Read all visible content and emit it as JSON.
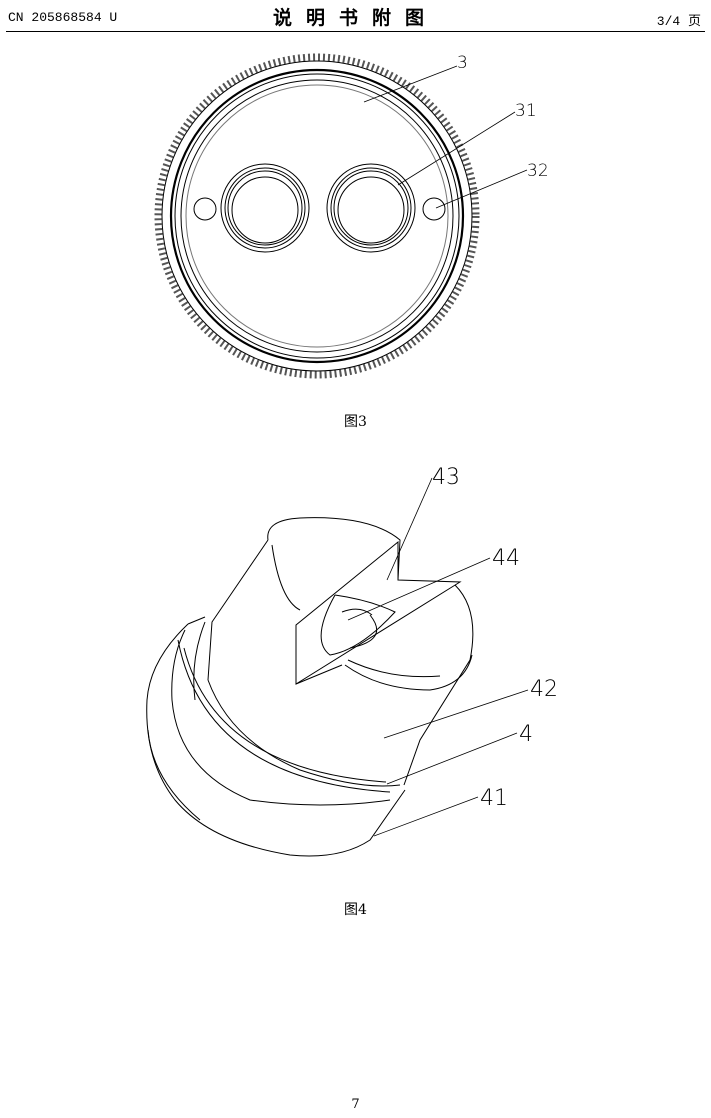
{
  "header": {
    "pub_number": "CN 205868584 U",
    "title": "说明书附图",
    "page_indicator": "3/4 页"
  },
  "figures": [
    {
      "caption": "图3",
      "labels": [
        "3",
        "31",
        "32"
      ]
    },
    {
      "caption": "图4",
      "labels": [
        "43",
        "44",
        "42",
        "4",
        "41"
      ]
    }
  ],
  "footer": {
    "page_number": "7"
  }
}
